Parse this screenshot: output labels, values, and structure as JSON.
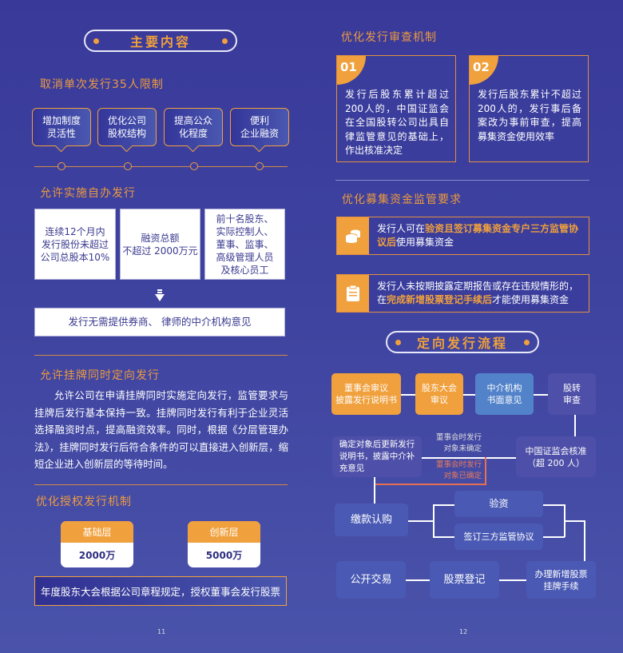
{
  "left_page": {
    "title": "主要内容",
    "section1": {
      "heading": "取消单次发行35人限制",
      "benefits": [
        "增加制度\n灵活性",
        "优化公司\n股权结构",
        "提高公众\n化程度",
        "便利\n企业融资"
      ]
    },
    "section2": {
      "heading": "允许实施自办发行",
      "conditions": [
        "连续12个月内\n发行股份未超过\n公司总股本10%",
        "融资总额\n不超过 2000万元",
        "前十名股东、\n实际控制人、\n董事、监事、\n高级管理人员\n及核心员工"
      ],
      "result": "发行无需提供券商、 律师的中介机构意见"
    },
    "section3": {
      "heading": "允许挂牌同时定向发行",
      "body": "允许公司在申请挂牌同时实施定向发行，监管要求与挂牌后发行基本保持一致。挂牌同时发行有利于企业灵活选择融资时点，提高融资效率。同时，根据《分层管理办法》，挂牌同时发行后符合条件的可以直接进入创新层，缩短企业进入创新层的等待时间。"
    },
    "section4": {
      "heading": "优化授权发行机制",
      "tiers": [
        {
          "name": "基础层",
          "value": "2000万"
        },
        {
          "name": "创新层",
          "value": "5000万"
        }
      ],
      "note": "年度股东大会根据公司章程规定，授权董事会发行股票"
    },
    "page_number": "11"
  },
  "right_page": {
    "review": {
      "heading": "优化发行审查机制",
      "cards": [
        {
          "num": "01",
          "text": "发行后股东累计超过200人的，中国证监会在全国股转公司出具自律监管意见的基础上，作出核准决定"
        },
        {
          "num": "02",
          "text": "发行后股东累计不超过200人的，发行事后备案改为事前审查，提高募集资金使用效率"
        }
      ]
    },
    "funds": {
      "heading": "优化募集资金监管要求",
      "items": [
        {
          "icon": "coins-icon",
          "pre": "发行人可在",
          "hl": "验资且签订募集资金专户三方监管协议后",
          "post": "使用募集资金"
        },
        {
          "icon": "clipboard-icon",
          "pre": "发行人未按期披露定期报告或存在违规情形的，在",
          "hl": "完成新增股票登记手续后",
          "post": "才能使用募集资金"
        }
      ]
    },
    "flow": {
      "title": "定向发行流程",
      "nodes": {
        "board": "董事会审议\n披露发行说明书",
        "shareholders": "股东大会\n审议",
        "intermediary": "中介机构\n书面意见",
        "neeq": "股转\n审查",
        "csrc": "中国证监会核准\n（超 200 人）",
        "update": "确定对象后更新发行\n说明书，披露中介补\n充意见",
        "subscribe": "缴款认购",
        "verify": "验资",
        "agreement": "签订三方监管协议",
        "listing": "办理新增股票\n挂牌手续",
        "register": "股票登记",
        "trade": "公开交易"
      },
      "labels": {
        "undetermined": "董事会时发行\n对象未确定",
        "determined": "董事会时发行\n对象已确定"
      }
    },
    "page_number": "12"
  },
  "colors": {
    "accent": "#f0a03c",
    "background": "#3d40a0",
    "blue": "#5282c9",
    "alert": "#e87050"
  }
}
